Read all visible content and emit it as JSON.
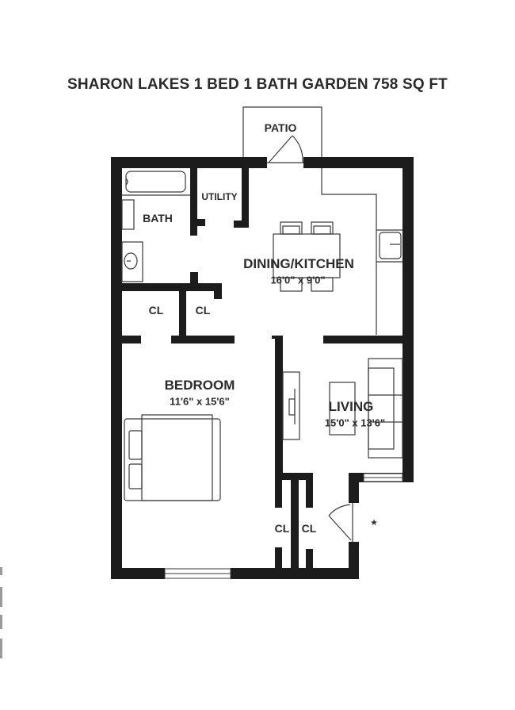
{
  "title": "SHARON LAKES 1 BED 1 BATH GARDEN 758 SQ FT",
  "colors": {
    "wall": "#1c1c1c",
    "line": "#3a3a3a",
    "text": "#2b2b2b",
    "background": "#ffffff"
  },
  "rooms": {
    "patio": {
      "label": "PATIO"
    },
    "utility": {
      "label": "UTILITY"
    },
    "bath": {
      "label": "BATH"
    },
    "dining_kitchen": {
      "label": "DINING/KITCHEN",
      "dimensions": "16'0\" x 9'0\""
    },
    "closet_1": {
      "label": "CL"
    },
    "closet_2": {
      "label": "CL"
    },
    "bedroom": {
      "label": "BEDROOM",
      "dimensions": "11'6\" x 15'6\""
    },
    "living": {
      "label": "LIVING",
      "dimensions": "15'0\" x 13'6\""
    },
    "closet_3": {
      "label": "CL"
    },
    "closet_4": {
      "label": "CL"
    }
  },
  "markers": {
    "entry": "*"
  },
  "fixtures": [
    "bathtub",
    "toilet",
    "sink",
    "dining-table",
    "chairs",
    "kitchen-sink",
    "tv-console",
    "coffee-table",
    "sofa",
    "bed",
    "patio-door",
    "entry-door",
    "windows"
  ]
}
